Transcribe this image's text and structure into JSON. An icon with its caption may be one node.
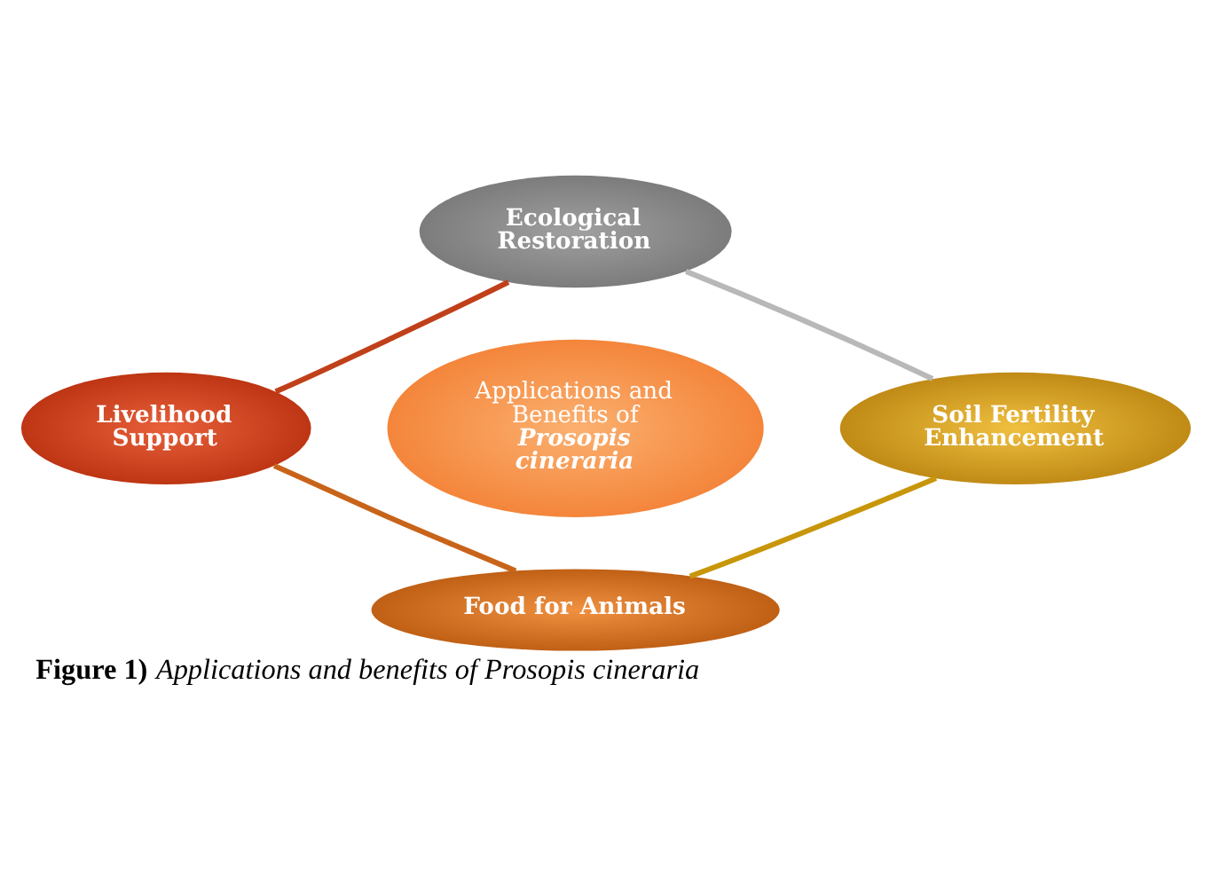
{
  "diagram": {
    "caption": "**Figure 1)** *Applications and benefits of Prosopis cineraria*",
    "nodes": [
      {
        "text": [
          "Ecological Restoration"
        ]
      },
      {
        "text": [
          "Livelihood Support"
        ]
      },
      {
        "text": [
          "Applications and Benefits of *Prosopis cineraria*"
        ]
      },
      {
        "text": [
          "Soil Fertility Enhancement"
        ]
      },
      {
        "text": [
          "Food for Animals"
        ]
      }
    ],
    "edges": [
      {
        "from": 0,
        "to": 3,
        "arrow": "none",
        "color": "#b8b8b8"
      },
      {
        "from": 3,
        "to": 4,
        "arrow": "none",
        "color": "#c8960a"
      },
      {
        "from": 4,
        "to": 1,
        "arrow": "none",
        "color": "#c8641a"
      },
      {
        "from": 1,
        "to": 0,
        "arrow": "none",
        "color": "#c0401a"
      }
    ]
  }
}
